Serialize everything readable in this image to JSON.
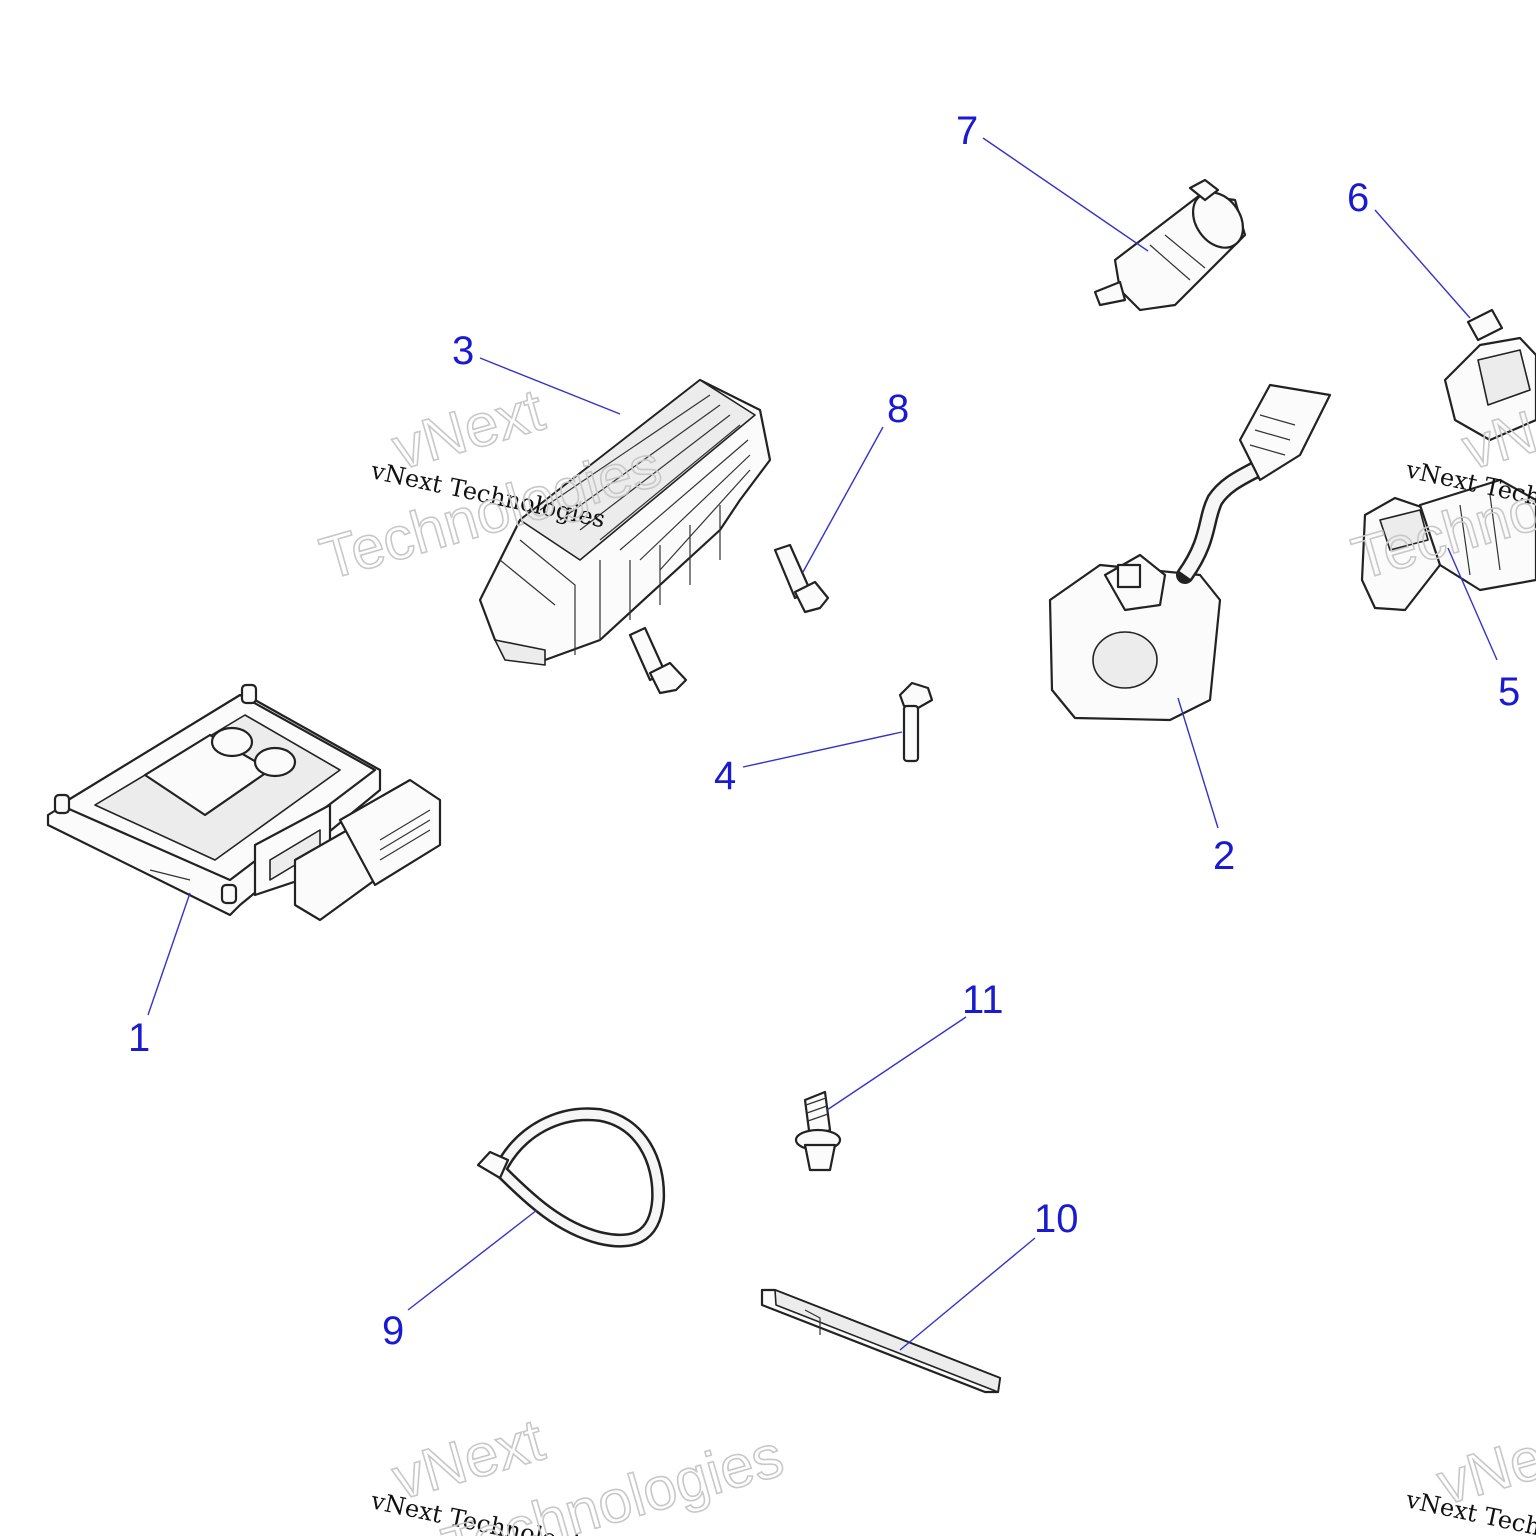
{
  "diagram": {
    "callouts": [
      {
        "id": "1",
        "label": "1"
      },
      {
        "id": "2",
        "label": "2"
      },
      {
        "id": "3",
        "label": "3"
      },
      {
        "id": "4",
        "label": "4"
      },
      {
        "id": "5",
        "label": "5"
      },
      {
        "id": "6",
        "label": "6"
      },
      {
        "id": "7",
        "label": "7"
      },
      {
        "id": "8",
        "label": "8"
      },
      {
        "id": "9",
        "label": "9"
      },
      {
        "id": "10",
        "label": "10"
      },
      {
        "id": "11",
        "label": "11"
      }
    ],
    "callout_color": "#1a1ad0",
    "leader_color": "#3333cc"
  },
  "watermark": {
    "small": "vNext Technologies",
    "big_line1": "vNext",
    "big_line2": "Technologies"
  }
}
